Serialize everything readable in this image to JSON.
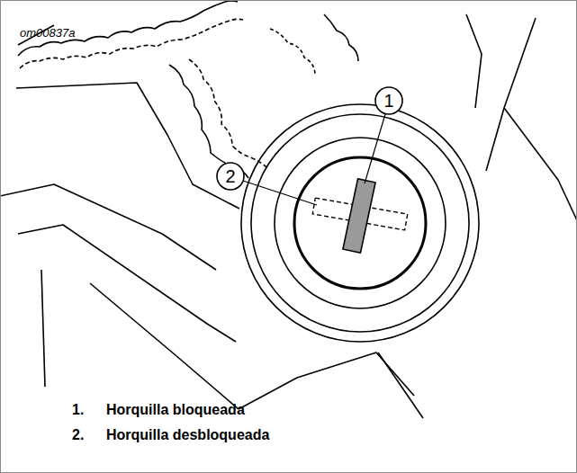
{
  "diagram": {
    "labels": [
      "om00837a",
      "1",
      "2",
      "1.",
      "Horquilla bloqueada",
      "2.",
      "Horquilla desbloqueada"
    ]
  }
}
